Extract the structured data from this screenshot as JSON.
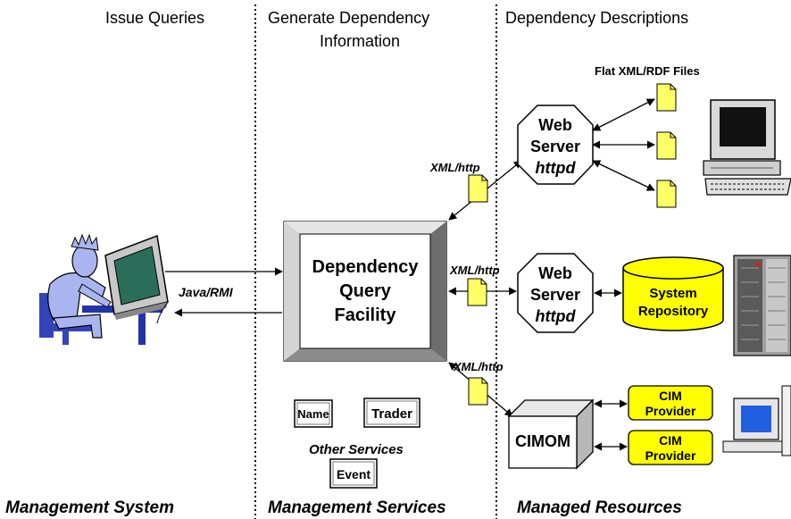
{
  "headers": {
    "col1": "Issue Queries",
    "col2_line1": "Generate Dependency",
    "col2_line2": "Information",
    "col3": "Dependency Descriptions"
  },
  "footers": {
    "col1": "Management System",
    "col2": "Management Services",
    "col3": "Managed Resources"
  },
  "dqf": {
    "line1": "Dependency",
    "line2": "Query",
    "line3": "Facility"
  },
  "java_rmi": "Java/RMI",
  "xml_http": "XML/http",
  "flat_files": "Flat XML/RDF Files",
  "web_server": {
    "line1": "Web",
    "line2": "Server",
    "line3": "httpd"
  },
  "system_repository": {
    "line1": "System",
    "line2": "Repository"
  },
  "cimom": "CIMOM",
  "cim_provider": {
    "line1": "CIM",
    "line2": "Provider"
  },
  "services": {
    "name": "Name",
    "trader": "Trader",
    "event": "Event",
    "other": "Other Services"
  },
  "colors": {
    "note_yellow": "#ffff66",
    "frame_gray": "#b4b4b4",
    "db_yellow": "#ffff00"
  }
}
